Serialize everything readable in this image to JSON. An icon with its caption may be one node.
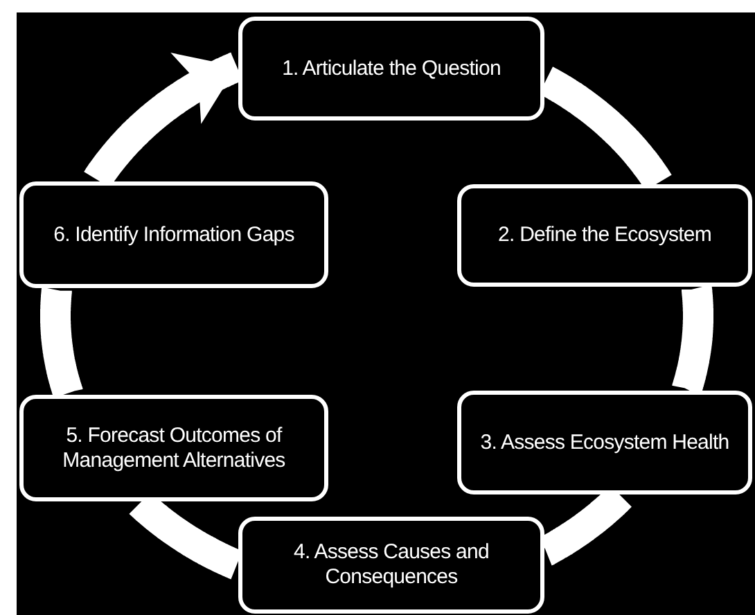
{
  "diagram": {
    "nodes": [
      {
        "text": [
          "1. Articulate the Question"
        ]
      },
      {
        "text": [
          "2. Define the Ecosystem"
        ]
      },
      {
        "text": [
          "3. Assess Ecosystem Health"
        ]
      },
      {
        "text": [
          "4. Assess Causes and Consequences"
        ]
      },
      {
        "text": [
          "5. Forecast Outcomes of Management Alternatives"
        ]
      },
      {
        "text": [
          "6. Identify Information Gaps"
        ]
      }
    ],
    "edges": [
      {
        "from": 0,
        "to": 1,
        "arrow": "none"
      },
      {
        "from": 1,
        "to": 2,
        "arrow": "none"
      },
      {
        "from": 2,
        "to": 3,
        "arrow": "none"
      },
      {
        "from": 3,
        "to": 4,
        "arrow": "none"
      },
      {
        "from": 4,
        "to": 5,
        "arrow": "none"
      },
      {
        "from": 5,
        "to": 0,
        "arrow": "to"
      }
    ]
  }
}
